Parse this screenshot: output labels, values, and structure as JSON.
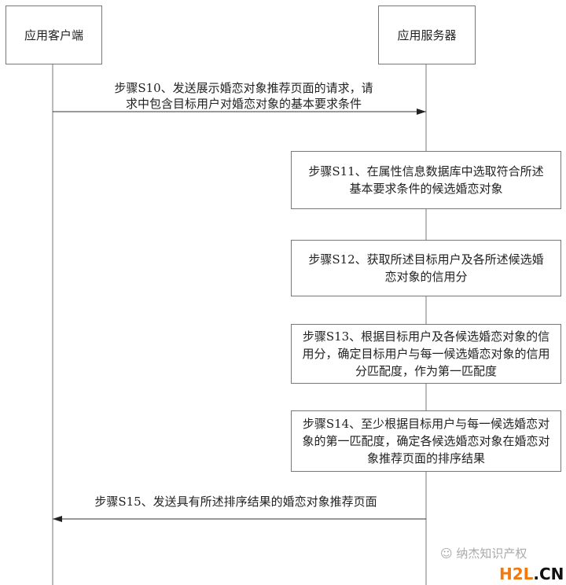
{
  "actors": {
    "client": "应用客户端",
    "server": "应用服务器"
  },
  "messages": {
    "s10": [
      "步骤S10、发送展示婚恋对象推荐页面的请求，请",
      "求中包含目标用户对婚恋对象的基本要求条件"
    ],
    "s15": "步骤S15、发送具有所述排序结果的婚恋对象推荐页面"
  },
  "steps": {
    "s11": "步骤S11、在属性信息数据库中选取符合所述基本要求条件的候选婚恋对象",
    "s12": "步骤S12、获取所述目标用户及各所述候选婚恋对象的信用分",
    "s13": "步骤S13、根据目标用户及各候选婚恋对象的信用分，确定目标用户与每一候选婚恋对象的信用分匹配度，作为第一匹配度",
    "s14": "步骤S14、至少根据目标用户与每一候选婚恋对象的第一匹配度，确定各候选婚恋对象在婚恋对象推荐页面的排序结果"
  },
  "watermark": {
    "text": "纳杰知识产权",
    "site_a": "H2L",
    "site_b": ".CN"
  }
}
